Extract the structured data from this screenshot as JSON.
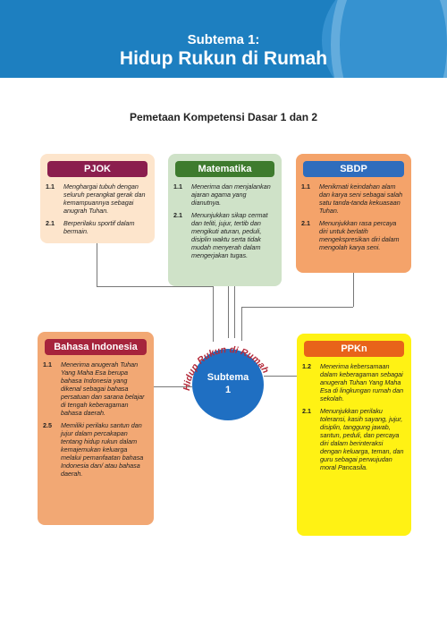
{
  "header": {
    "subtitle": "Subtema 1:",
    "title": "Hidup Rukun di Rumah"
  },
  "section_title": "Pemetaan Kompetensi Dasar 1 dan 2",
  "hub": {
    "line1": "Subtema",
    "line2": "1",
    "arc_text": "Hidup Rukun di Rumah"
  },
  "colors": {
    "header": "#1d7fc0",
    "hub": "#1f6fc2"
  },
  "cards": {
    "pjok": {
      "label": "PJOK",
      "items": [
        {
          "num": "1.1",
          "text": "Menghargai tubuh dengan seluruh perangkat gerak dan kemampuannya sebagai anugrah Tuhan."
        },
        {
          "num": "2.1",
          "text": "Berperilaku sportif dalam bermain."
        }
      ]
    },
    "matematika": {
      "label": "Matematika",
      "items": [
        {
          "num": "1.1",
          "text": "Menerima dan menjalankan ajaran agama yang dianutnya."
        },
        {
          "num": "2.1",
          "text": "Menunjukkan sikap cermat dan teliti, jujur, tertib dan mengikuti aturan, peduli, disiplin waktu serta tidak mudah menyerah dalam mengerjakan tugas."
        }
      ]
    },
    "sbdp": {
      "label": "SBDP",
      "items": [
        {
          "num": "1.1",
          "text": "Menikmati keindahan alam dan karya seni sebagai salah satu tanda-tanda kekuasaan Tuhan."
        },
        {
          "num": "2.1",
          "text": "Menunjukkan rasa percaya diri untuk berlatih mengekspresikan diri dalam mengolah karya seni."
        }
      ]
    },
    "bahasa_indonesia": {
      "label": "Bahasa Indonesia",
      "items": [
        {
          "num": "1.1",
          "text": "Menerima anugerah Tuhan Yang Maha Esa berupa bahasa Indonesia yang dikenal sebagai bahasa persatuan dan sarana belajar di tengah keberagaman bahasa daerah."
        },
        {
          "num": "2.5",
          "text": "Memiliki perilaku santun dan jujur dalam percakapan tentang hidup rukun dalam kemajemukan keluarga melalui pemanfaatan bahasa Indonesia dan/ atau bahasa daerah."
        }
      ]
    },
    "ppkn": {
      "label": "PPKn",
      "items": [
        {
          "num": "1.2",
          "text": "Menerima kebersamaan dalam keberagaman sebagai anugerah Tuhan Yang Maha Esa di lingkungan rumah dan sekolah."
        },
        {
          "num": "2.1",
          "text": "Menunjukkan perilaku toleransi, kasih sayang, jujur, disiplin, tanggung jawab, santun, peduli, dan percaya diri dalam berinteraksi dengan keluarga, teman, dan guru sebagai perwujudan moral Pancasila."
        }
      ]
    }
  }
}
